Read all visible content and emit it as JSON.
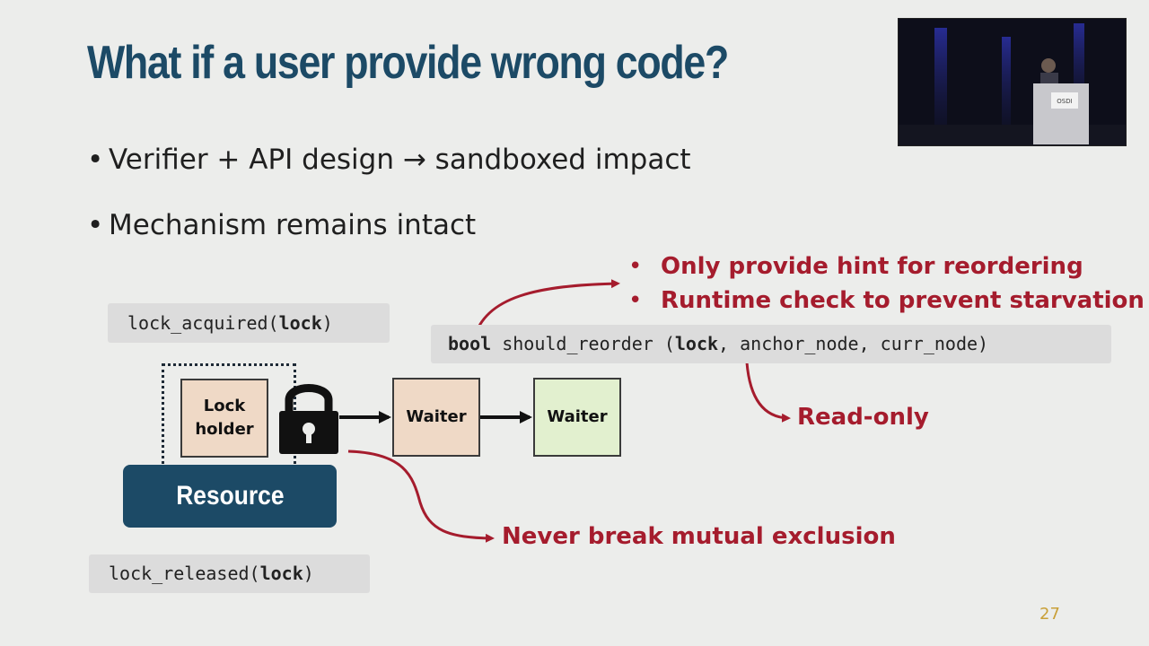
{
  "slide": {
    "title": "What if a user provide wrong code?",
    "bullets": [
      "Verifier + API design → sandboxed impact",
      "Mechanism remains intact"
    ],
    "bullet_glyph": "•",
    "code": {
      "acquired_fn": "lock_acquired(",
      "acquired_arg": "lock",
      "acquired_close": ")",
      "released_fn": "lock_released(",
      "released_arg": "lock",
      "released_close": ")",
      "reorder_type": "bool",
      "reorder_name": " should_reorder (",
      "reorder_lock": "lock",
      "reorder_rest": ", anchor_node, curr_node)"
    },
    "notes": [
      "Only provide hint for reordering",
      "Runtime check to prevent starvation"
    ],
    "read_only_label": "Read-only",
    "mutual_exclusion_label": "Never break mutual exclusion",
    "diagram": {
      "holder_line1": "Lock",
      "holder_line2": "holder",
      "waiter1": "Waiter",
      "waiter2": "Waiter",
      "resource": "Resource"
    },
    "page_number": "27"
  },
  "colors": {
    "background": "#ecedeb",
    "title": "#1c4a66",
    "accent_red": "#a51c2d",
    "code_box": "#dcdcdc",
    "lock_holder_fill": "#efd9c6",
    "waiter_fill": "#efd9c6",
    "waiter2_fill": "#e2f0cf",
    "resource_fill": "#1c4a66",
    "page_number": "#c9a038"
  },
  "speaker_video": {
    "podium_logo": "OSDI"
  }
}
